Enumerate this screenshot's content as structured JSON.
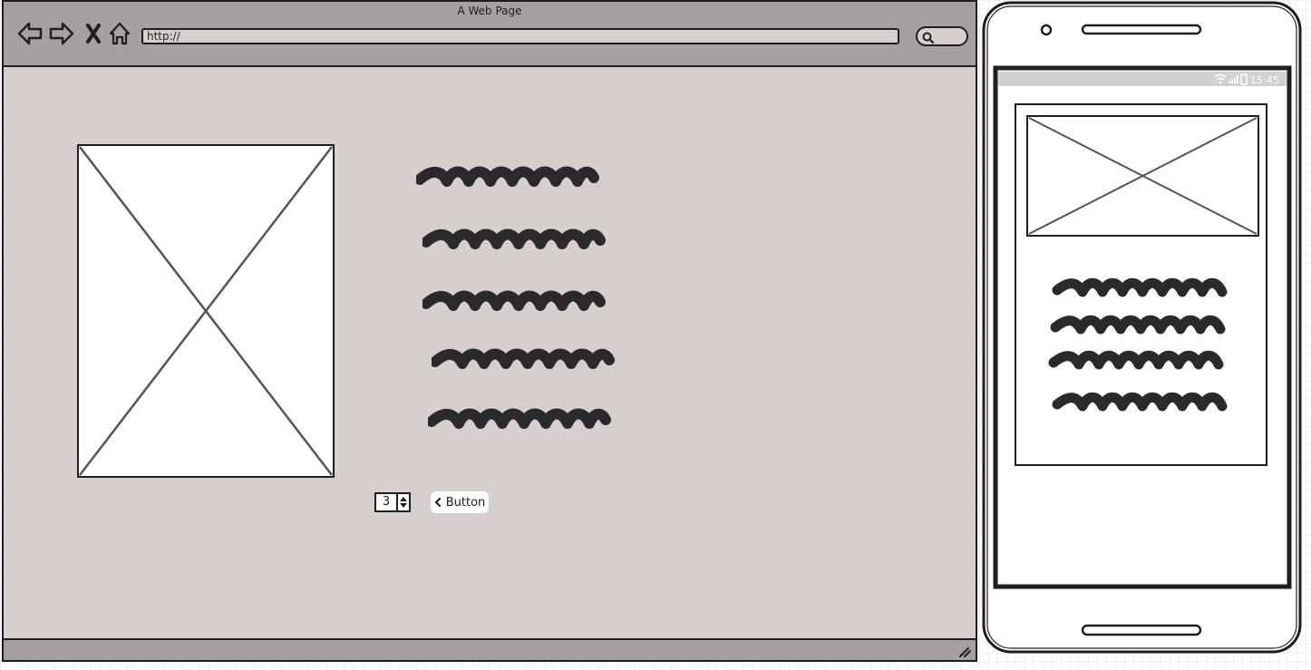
{
  "browser": {
    "title": "A Web Page",
    "url": "http://",
    "nav": [
      "back-icon",
      "forward-icon",
      "close-icon",
      "home-icon"
    ],
    "search_icon": "search-icon"
  },
  "content": {
    "image": "image-placeholder",
    "text_lines": 5,
    "stepper_value": "3",
    "button_label": "Button",
    "button_icon": "chevron-left-icon"
  },
  "phone": {
    "status_time": "15:45",
    "status_icons": [
      "wifi-icon",
      "signal-icon",
      "battery-icon"
    ],
    "text_lines": 4
  },
  "colors": {
    "frame": "#1e1e1e",
    "toolbar": "#a6a0a0",
    "canvas": "#d6cfcd",
    "scribble": "#2a2a2a"
  }
}
